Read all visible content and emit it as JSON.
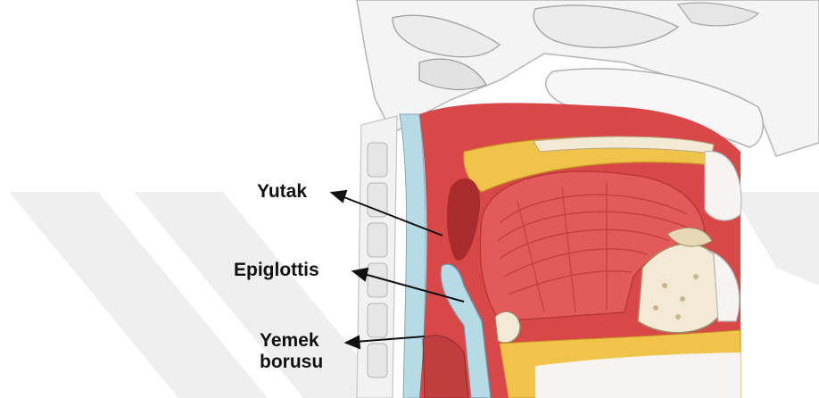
{
  "labels": {
    "pharynx": "Yutak",
    "epiglottis": "Epiglottis",
    "esophagus_line1": "Yemek",
    "esophagus_line2": "borusu"
  },
  "colors": {
    "watermark": "#eeeeee",
    "tissue": "#d94848",
    "tissue_dark": "#a82c2c",
    "tongue": "#e35a5a",
    "bone": "#f3ead6",
    "fat": "#f0c34a",
    "cartilage": "#b7dbe6",
    "skin": "#f6f3f1"
  }
}
